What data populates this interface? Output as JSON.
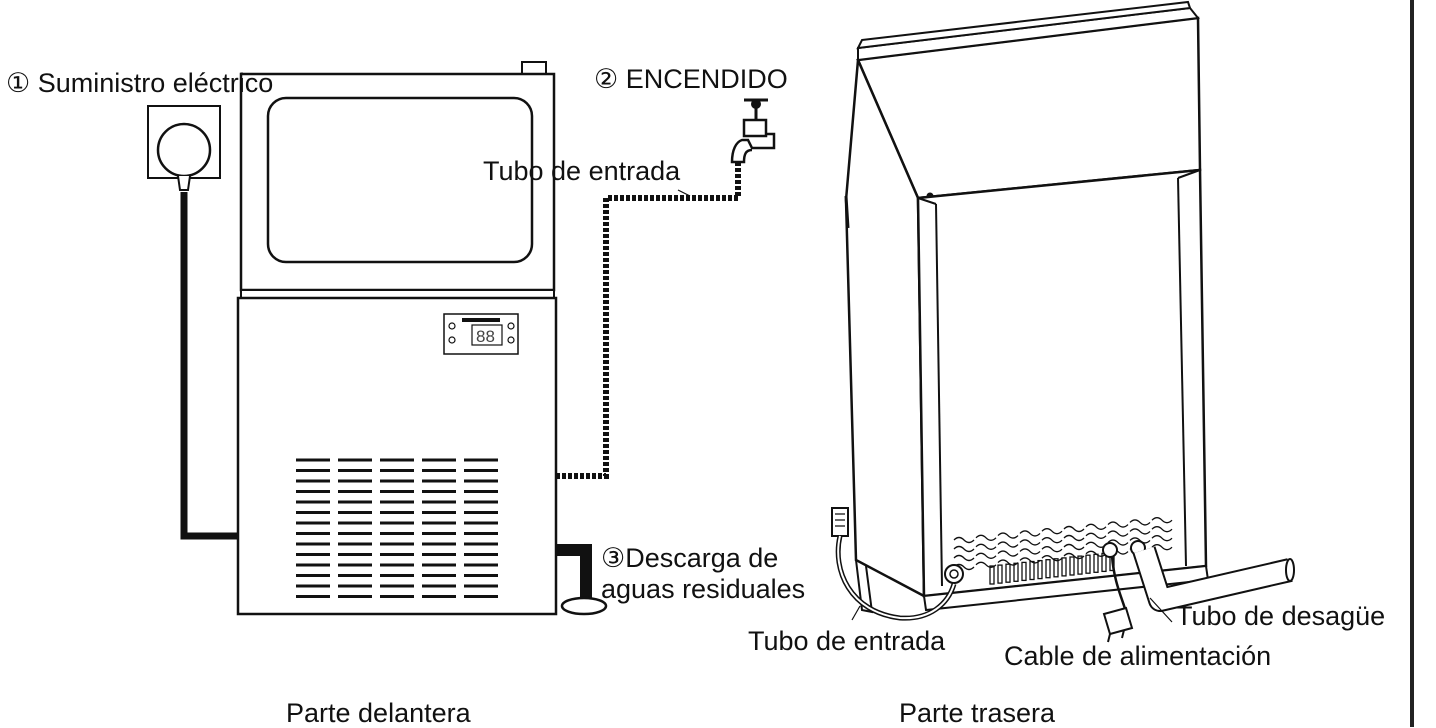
{
  "labels": {
    "power_supply": "① Suministro eléctrico",
    "switch_on": "② ENCENDIDO",
    "inlet_tube_front": "Tubo de entrada",
    "waste_line1": "③Descarga de",
    "waste_line2": "aguas residuales",
    "inlet_tube_back": "Tubo de entrada",
    "drain_tube": "Tubo de desagüe",
    "power_cable": "Cable de alimentación"
  },
  "captions": {
    "front": "Parte delantera",
    "back": "Parte trasera"
  },
  "display_digits": "88"
}
